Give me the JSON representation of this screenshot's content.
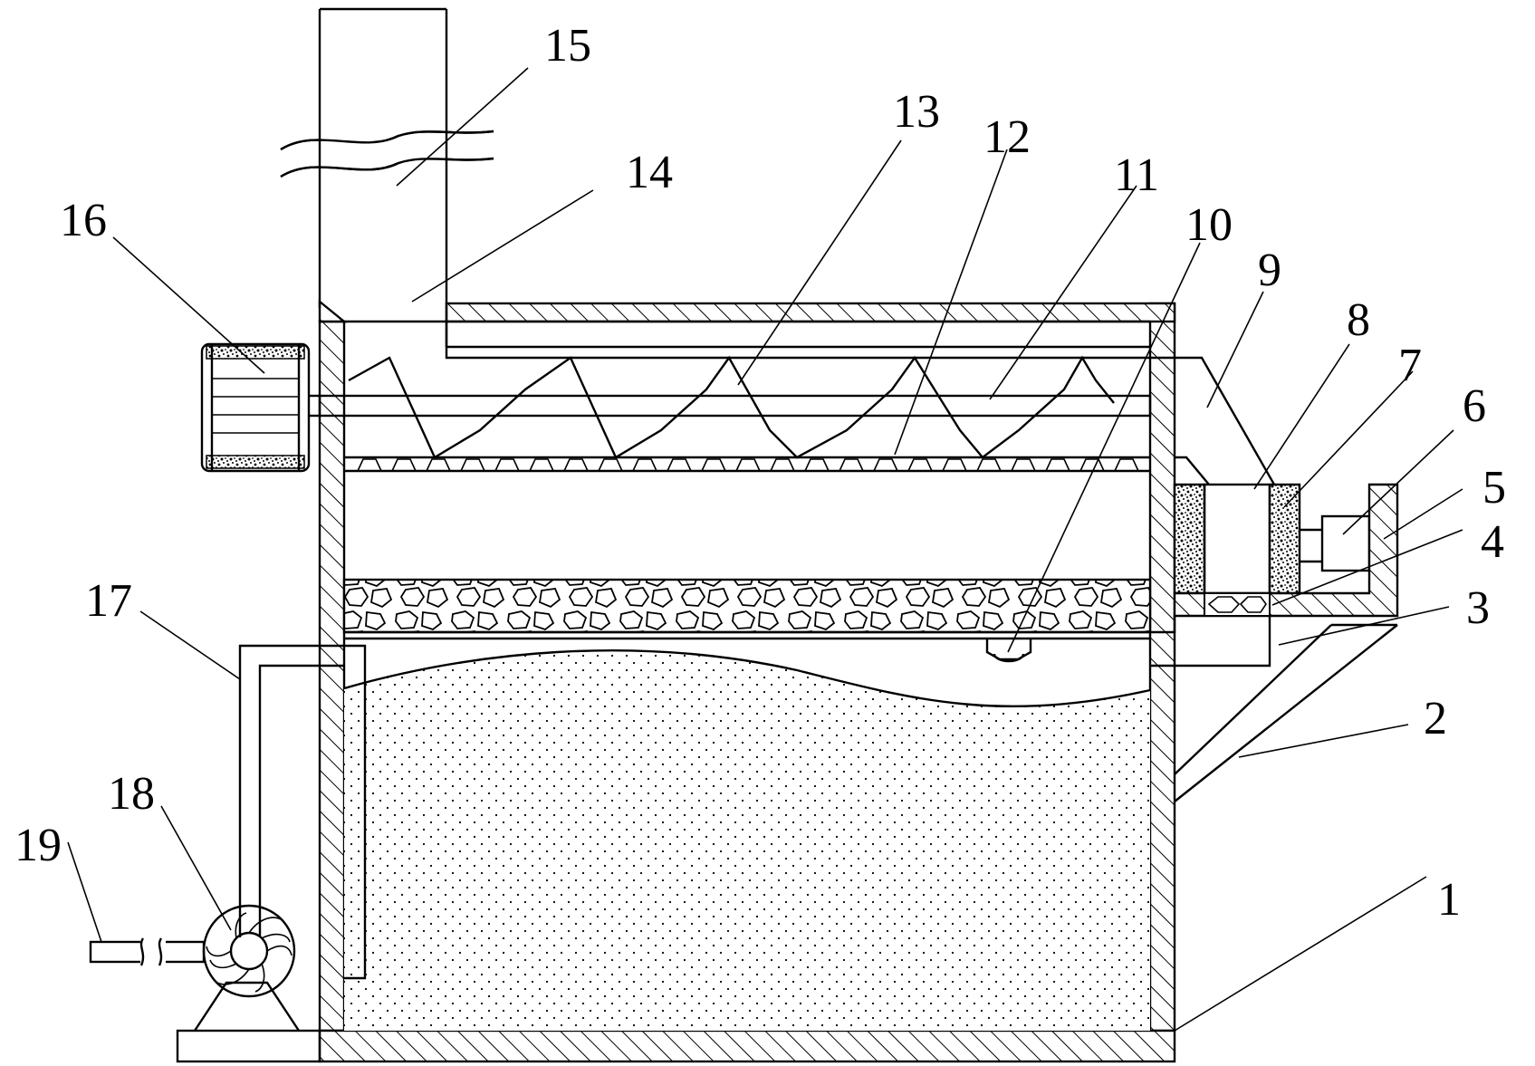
{
  "diagram": {
    "labels": [
      {
        "id": "label-1",
        "text": "1"
      },
      {
        "id": "label-2",
        "text": "2"
      },
      {
        "id": "label-3",
        "text": "3"
      },
      {
        "id": "label-4",
        "text": "4"
      },
      {
        "id": "label-5",
        "text": "5"
      },
      {
        "id": "label-6",
        "text": "6"
      },
      {
        "id": "label-7",
        "text": "7"
      },
      {
        "id": "label-8",
        "text": "8"
      },
      {
        "id": "label-9",
        "text": "9"
      },
      {
        "id": "label-10",
        "text": "10"
      },
      {
        "id": "label-11",
        "text": "11"
      },
      {
        "id": "label-12",
        "text": "12"
      },
      {
        "id": "label-13",
        "text": "13"
      },
      {
        "id": "label-14",
        "text": "14"
      },
      {
        "id": "label-15",
        "text": "15"
      },
      {
        "id": "label-16",
        "text": "16"
      },
      {
        "id": "label-17",
        "text": "17"
      },
      {
        "id": "label-18",
        "text": "18"
      },
      {
        "id": "label-19",
        "text": "19"
      }
    ]
  }
}
